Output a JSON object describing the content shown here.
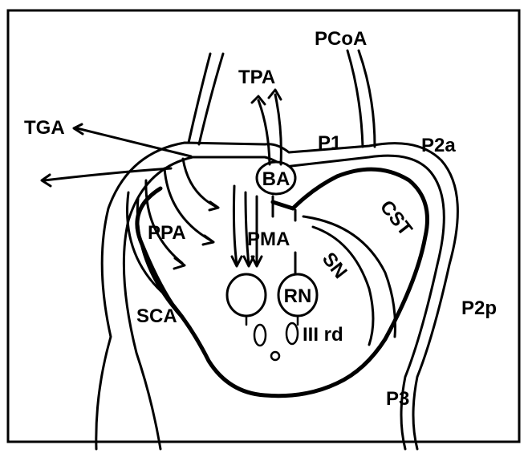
{
  "labels": {
    "pcoa": "PCoA",
    "tpa": "TPA",
    "tga": "TGA",
    "p1": "P1",
    "p2a": "P2a",
    "ba": "BA",
    "cst": "CST",
    "ppa": "PPA",
    "pma": "PMA",
    "sn": "SN",
    "rn": "RN",
    "sca": "SCA",
    "p2p": "P2p",
    "iii_rd": "III rd",
    "p3": "P3"
  },
  "colors": {
    "ink": "#000000",
    "background": "#ffffff"
  }
}
